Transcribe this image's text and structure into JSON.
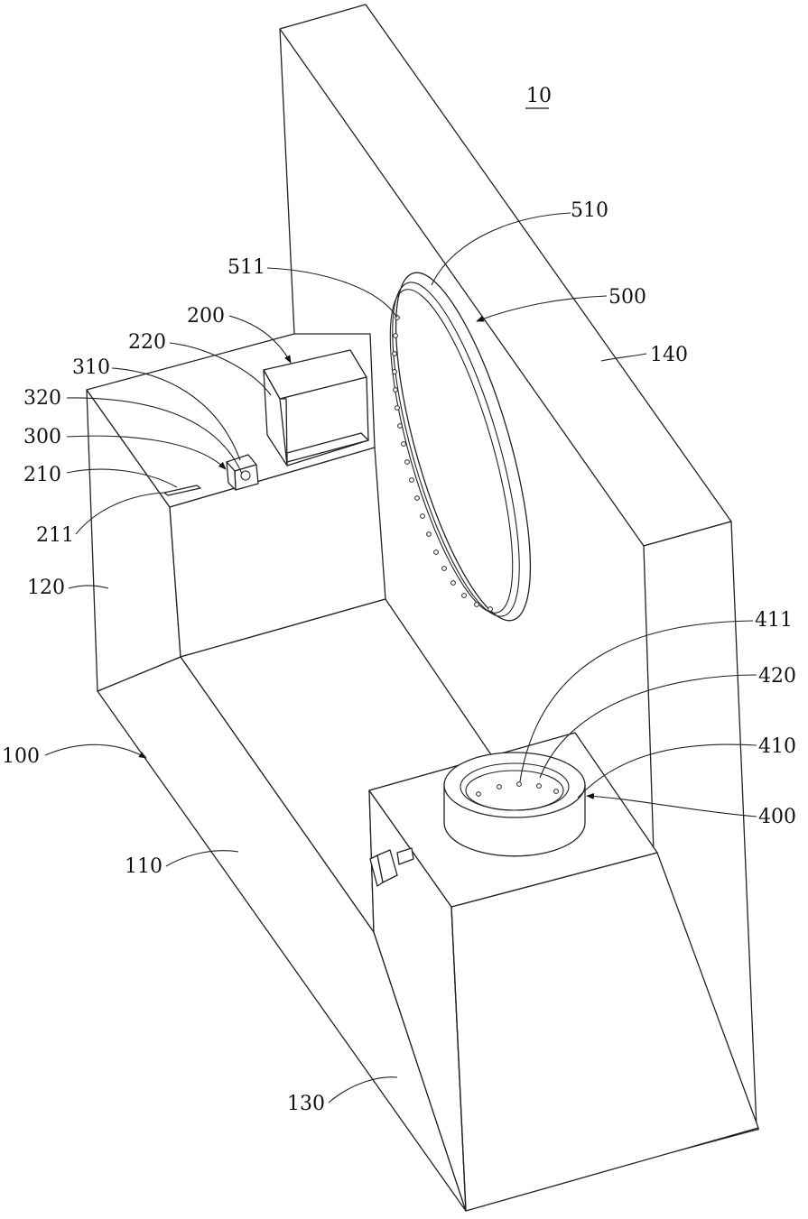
{
  "figure": {
    "assembly_label": "10",
    "labels": {
      "l100": "100",
      "l110": "110",
      "l120": "120",
      "l130": "130",
      "l140": "140",
      "l200": "200",
      "l210": "210",
      "l211": "211",
      "l220": "220",
      "l300": "300",
      "l310": "310",
      "l320": "320",
      "l400": "400",
      "l410": "410",
      "l411": "411",
      "l420": "420",
      "l500": "500",
      "l510": "510",
      "l511": "511"
    }
  }
}
